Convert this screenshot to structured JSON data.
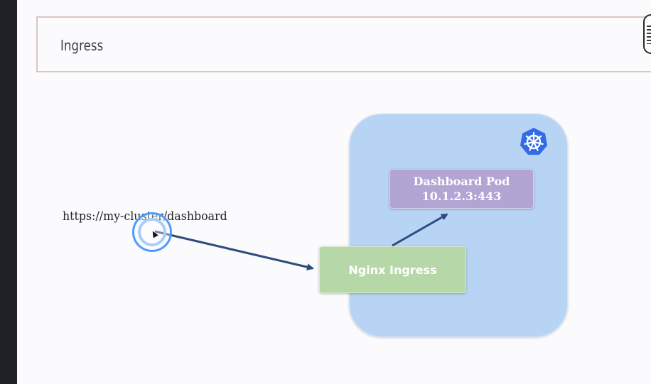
{
  "slide": {
    "title": "Ingress"
  },
  "diagram": {
    "url_label": "https://my-cluster/dashboard",
    "nodes": {
      "dashboard_pod": {
        "line1": "Dashboard Pod",
        "line2": "10.1.2.3:443"
      },
      "nginx_ingress": {
        "label": "Nginx Ingress"
      }
    },
    "cluster_icon": "kubernetes-icon",
    "edges": [
      {
        "from": "url",
        "to": "nginx_ingress"
      },
      {
        "from": "nginx_ingress",
        "to": "dashboard_pod"
      }
    ]
  },
  "colors": {
    "cluster_fill": "#b8d4f4",
    "pod_fill": "#b2a5d3",
    "ingress_fill": "#b6d8a8",
    "arrow": "#2c4c7e",
    "k8s_blue": "#326ce5"
  }
}
